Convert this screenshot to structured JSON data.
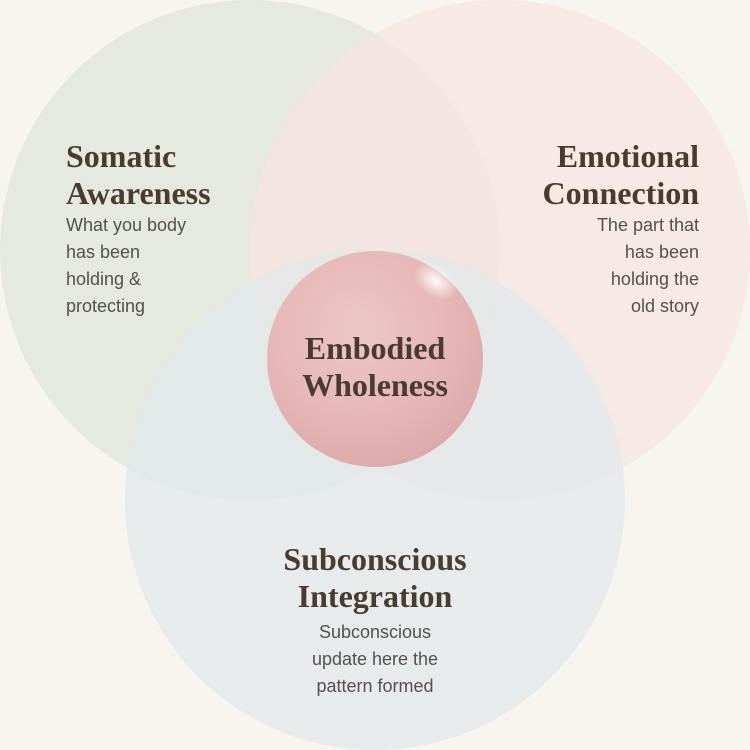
{
  "circles": [
    {
      "id": "somatic",
      "title": "Somatic\nAwareness",
      "description": "What you body\nhas been\nholding &\nprotecting",
      "color": "#e6e9df"
    },
    {
      "id": "emotional",
      "title": "Emotional\nConnection",
      "description": "The part that\nhas been\nholding the\nold story",
      "color": "#f6e5e0"
    },
    {
      "id": "subconscious",
      "title": "Subconscious\nIntegration",
      "description": "Subconscious\nupdate here the\npattern formed",
      "color": "#e2e8ea"
    }
  ],
  "center": {
    "title": "Embodied\nWholeness",
    "color": "#e6b8b7"
  },
  "background": "#f8f5f0",
  "text_color": "#4a3b30"
}
